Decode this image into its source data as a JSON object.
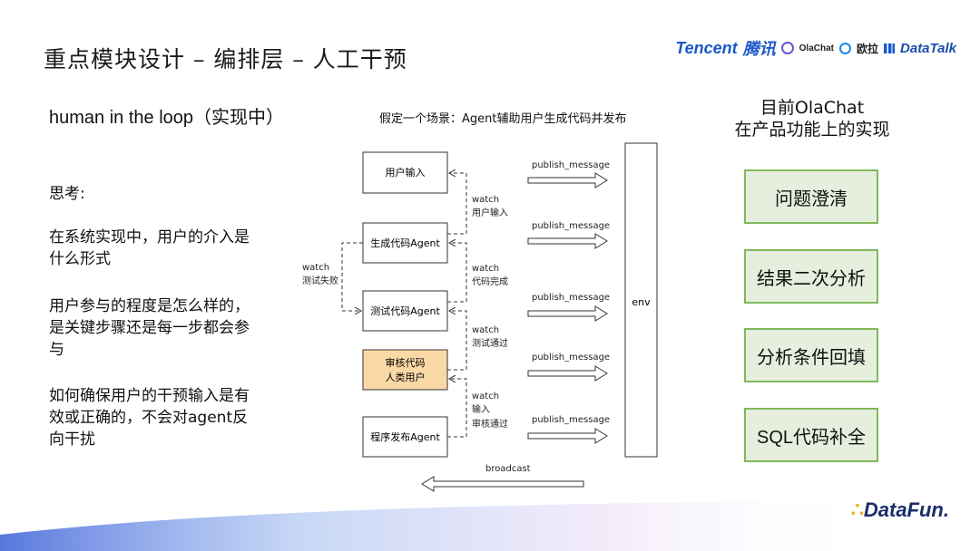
{
  "title": "重点模块设计 – 编排层 – 人工干预",
  "logos": {
    "tencent": "Tencent",
    "tencent_cn": "腾讯",
    "olachat": "OlaChat",
    "ou": "欧拉",
    "datatalk": "DataTalk"
  },
  "subtitle": "human in the loop（实现中）",
  "thinking": {
    "heading": "思考:",
    "q1_line1": "在系统实现中，用户的介入是",
    "q1_line2": "什么形式",
    "q2_line1": "用户参与的程度是怎么样的，",
    "q2_line2": "是关键步骤还是每一步都会参",
    "q2_line3": "与",
    "q3_line1": "如何确保用户的干预输入是有",
    "q3_line2": "效或正确的，不会对agent反",
    "q3_line3": "向干扰"
  },
  "diagram": {
    "scenario": "假定一个场景：Agent辅助用户生成代码并发布",
    "nodes": {
      "user_input": "用户输入",
      "gen_agent": "生成代码Agent",
      "test_agent": "测试代码Agent",
      "review_line1": "审核代码",
      "review_line2": "人类用户",
      "publish_agent": "程序发布Agent",
      "env": "env"
    },
    "watch_labels": {
      "w1_a": "watch",
      "w1_b": "用户输入",
      "w2_a": "watch",
      "w2_b": "代码完成",
      "w3_a": "watch",
      "w3_b": "测试通过",
      "w4_a": "watch",
      "w4_b": "输入",
      "w4_c": "审核通过",
      "fail_a": "watch",
      "fail_b": "测试失败"
    },
    "publish_label": "publish_message",
    "broadcast_label": "broadcast",
    "colors": {
      "review_fill": "#fbd9a6",
      "node_fill": "#ffffff",
      "stroke": "#333333"
    }
  },
  "right": {
    "title_line1": "目前OlaChat",
    "title_line2": "在产品功能上的实现",
    "features": [
      "问题澄清",
      "结果二次分析",
      "分析条件回填",
      "SQL代码补全"
    ]
  },
  "footer": {
    "brand_dots": "∴",
    "brand_text": "DataFun."
  }
}
